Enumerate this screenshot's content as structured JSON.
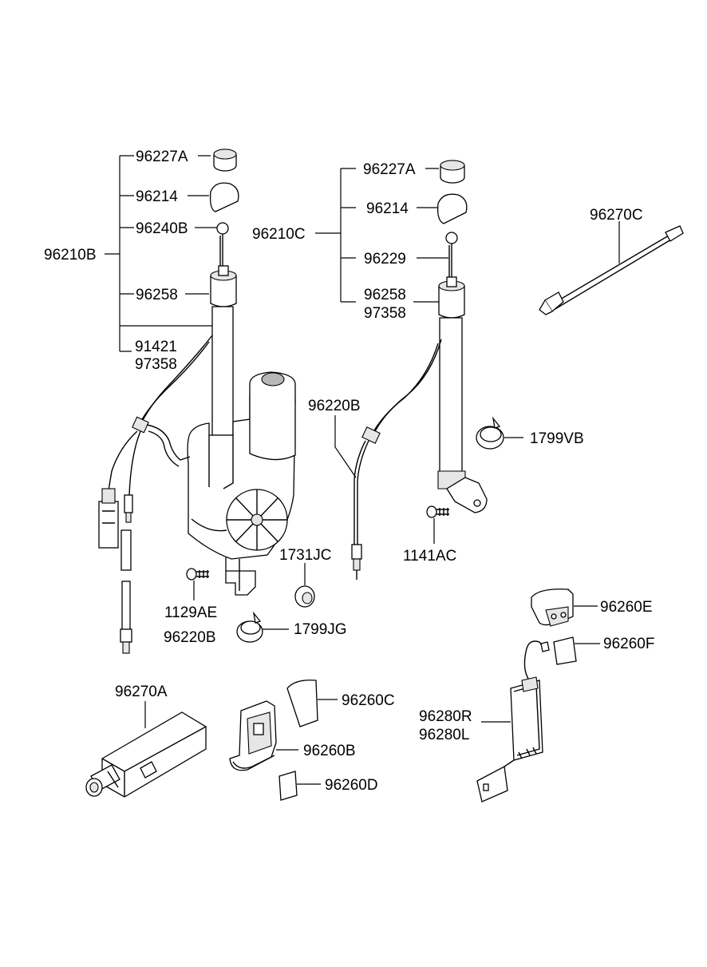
{
  "labels": {
    "p96227A_l": "96227A",
    "p96214_l": "96214",
    "p96240B": "96240B",
    "p96210B": "96210B",
    "p96258_l": "96258",
    "p91421": "91421",
    "p97358_l": "97358",
    "p96227A_r": "96227A",
    "p96214_r": "96214",
    "p96210C": "96210C",
    "p96229": "96229",
    "p96258_r": "96258",
    "p97358_r": "97358",
    "p96270C": "96270C",
    "p96220B_mid": "96220B",
    "p1799VB": "1799VB",
    "p1731JC": "1731JC",
    "p1141AC": "1141AC",
    "p1129AE": "1129AE",
    "p96220B_bot": "96220B",
    "p1799JG": "1799JG",
    "p96260E": "96260E",
    "p96260F": "96260F",
    "p96270A": "96270A",
    "p96260C": "96260C",
    "p96280R": "96280R",
    "p96280L": "96280L",
    "p96260B": "96260B",
    "p96260D": "96260D"
  },
  "colors": {
    "line": "#000000",
    "background": "#ffffff"
  }
}
